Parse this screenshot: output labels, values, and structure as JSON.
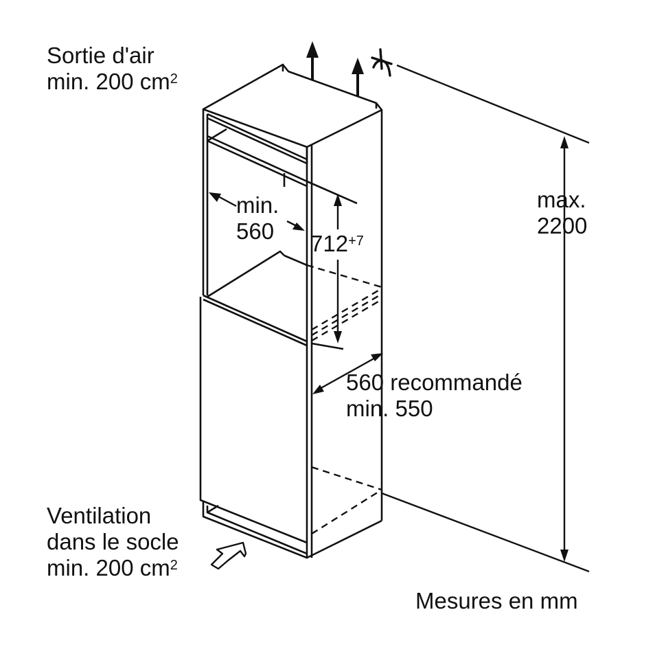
{
  "labels": {
    "air_outlet": {
      "line1": "Sortie d'air",
      "line2": "min. 200 cm",
      "sup": "2"
    },
    "niche_width": {
      "line1": "min.",
      "line2": "560"
    },
    "niche_height": {
      "value": "712",
      "tolerance": "+7"
    },
    "max_height": {
      "line1": "max.",
      "line2": "2200"
    },
    "depth": {
      "line1": "560 recommandé",
      "line2": "min. 550"
    },
    "ventilation": {
      "line1": "Ventilation",
      "line2": "dans le socle",
      "line3": "min. 200 cm",
      "sup": "2"
    },
    "units": "Mesures en mm"
  },
  "colors": {
    "line": "#111111",
    "background": "#ffffff"
  }
}
